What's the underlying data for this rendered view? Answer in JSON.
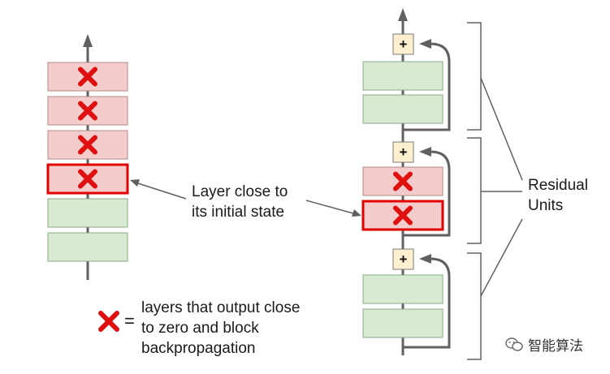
{
  "colors": {
    "layer_fill": "#d9ead3",
    "layer_stroke": "#8aa986",
    "dead_fill": "#f4cccc",
    "dead_stroke": "#b38a8a",
    "highlight_stroke": "#e00000",
    "x_mark": "#e01010",
    "line": "#606060",
    "add_fill": "#fdefd0",
    "add_stroke": "#7a7a7a"
  },
  "icons": [
    "x-mark-icon",
    "plus-icon",
    "arrow-up-icon",
    "wechat-icon"
  ],
  "labels": {
    "callout_line1": "Layer close to",
    "callout_line2": "its initial state",
    "residual_line1": "Residual",
    "residual_line2": "Units",
    "add_symbol": "+",
    "legend_equals": "=",
    "legend_line1": "layers that output close",
    "legend_line2": "to zero and block",
    "legend_line3": "backpropagation"
  },
  "watermark": {
    "text": "智能算法"
  }
}
